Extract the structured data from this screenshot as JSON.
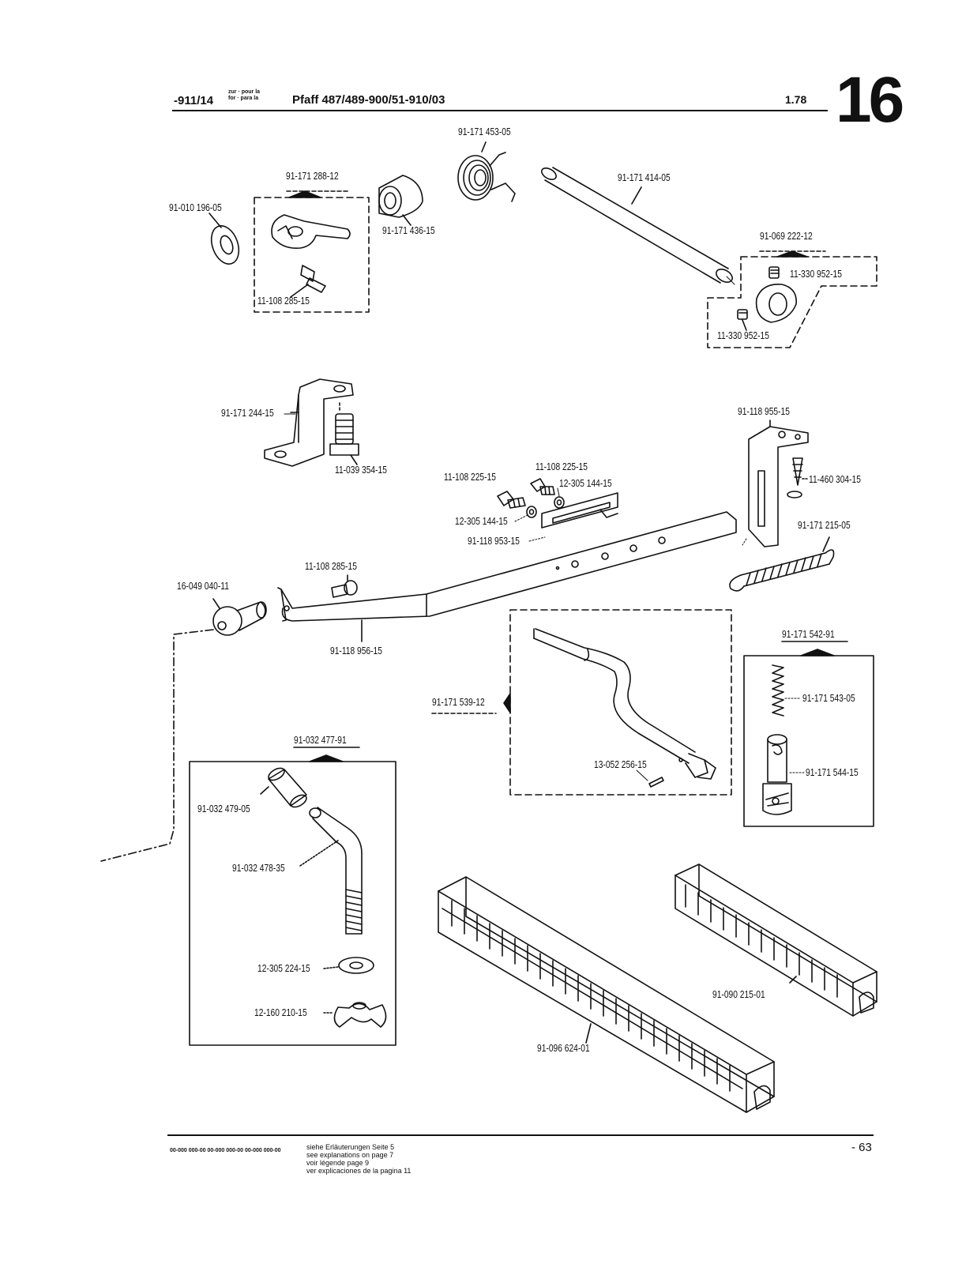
{
  "header": {
    "code": "-911/14",
    "zur_line1": "zur · pour la",
    "zur_line2": "for · para la",
    "title": "Pfaff 487/489-900/51-910/03",
    "date": "1.78",
    "page_big": "16"
  },
  "parts": {
    "p_453_05": "91-171 453-05",
    "p_288_12": "91-171 288-12",
    "p_196_05": "91-010 196-05",
    "p_436_15": "91-171 436-15",
    "p_285_15a": "11-108 285-15",
    "p_414_05": "91-171 414-05",
    "p_222_12": "91-069 222-12",
    "p_952_15a": "11-330 952-15",
    "p_952_15b": "11-330 952-15",
    "p_244_15": "91-171 244-15",
    "p_354_15": "11-039 354-15",
    "p_955_15": "91-118 955-15",
    "p_304_15": "11-460 304-15",
    "p_225_15a": "11-108 225-15",
    "p_225_15b": "11-108 225-15",
    "p_144_15a": "12-305 144-15",
    "p_144_15b": "12-305 144-15",
    "p_953_15": "91-118 953-15",
    "p_215_05": "91-171 215-05",
    "p_285_15b": "11-108 285-15",
    "p_040_11": "16-049 040-11",
    "p_956_15": "91-118 956-15",
    "p_542_91": "91-171 542-91",
    "p_539_12": "91-171 539-12",
    "p_543_05": "91-171 543-05",
    "p_256_15": "13-052 256-15",
    "p_544_15": "91-171 544-15",
    "p_477_91": "91-032 477-91",
    "p_479_05": "91-032 479-05",
    "p_478_35": "91-032 478-35",
    "p_224_15": "12-305 224-15",
    "p_210_15": "12-160 210-15",
    "p_215_01": "91-090 215-01",
    "p_624_01": "91-096 624-01"
  },
  "footer": {
    "codes": "00-000 000-00   00-000 000-00   00-000 000-00",
    "note_de": "siehe Erläuterungen Seite 5",
    "note_en": "see explanations on page 7",
    "note_fr": "voir légende page 9",
    "note_es": "ver explicaciones de la pagina 11",
    "page": "- 63"
  }
}
